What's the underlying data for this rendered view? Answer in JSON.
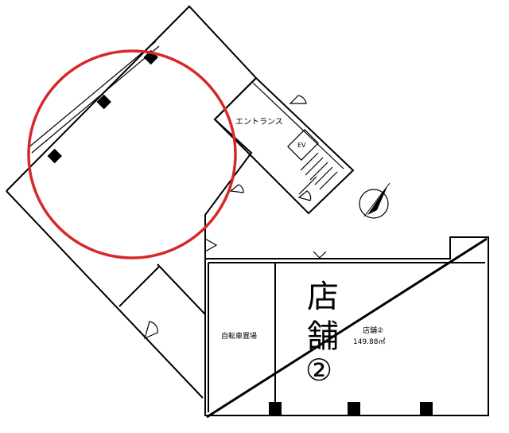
{
  "labels": {
    "entrance": "エントランス",
    "elevator": "EV",
    "bicycle_parking": "自転車置場",
    "store_char1": "店",
    "store_char2": "舗",
    "store_number": "②",
    "store_area_label": "店舗②",
    "store_area_value": "149.88㎡"
  },
  "annotation": {
    "highlight_color": "#d62828",
    "diagonal_color": "#000000"
  }
}
